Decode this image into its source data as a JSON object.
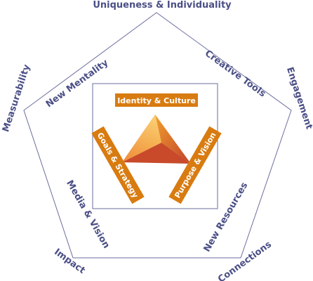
{
  "diagram": {
    "outer_labels": {
      "top": "Uniqueness & Individuality",
      "left": "Measurability",
      "right": "Engagement",
      "bottom_left": "Impact",
      "bottom_right": "Connections"
    },
    "inner_labels": {
      "upper_left": "New Mentality",
      "upper_right": "Creative Tools",
      "lower_left": "Media & Vision",
      "lower_right": "New Resources"
    },
    "core_labels": {
      "top": "Identity & Culture",
      "left": "Goals & Strategy",
      "right": "Purpose & Vision"
    },
    "colors": {
      "text": "#4b4f86",
      "outline": "#6a6e9c",
      "box_fill": "#d87b10",
      "triangle_light": "#fde07a",
      "triangle_mid": "#f4a63a",
      "triangle_dark": "#c8492a"
    }
  }
}
